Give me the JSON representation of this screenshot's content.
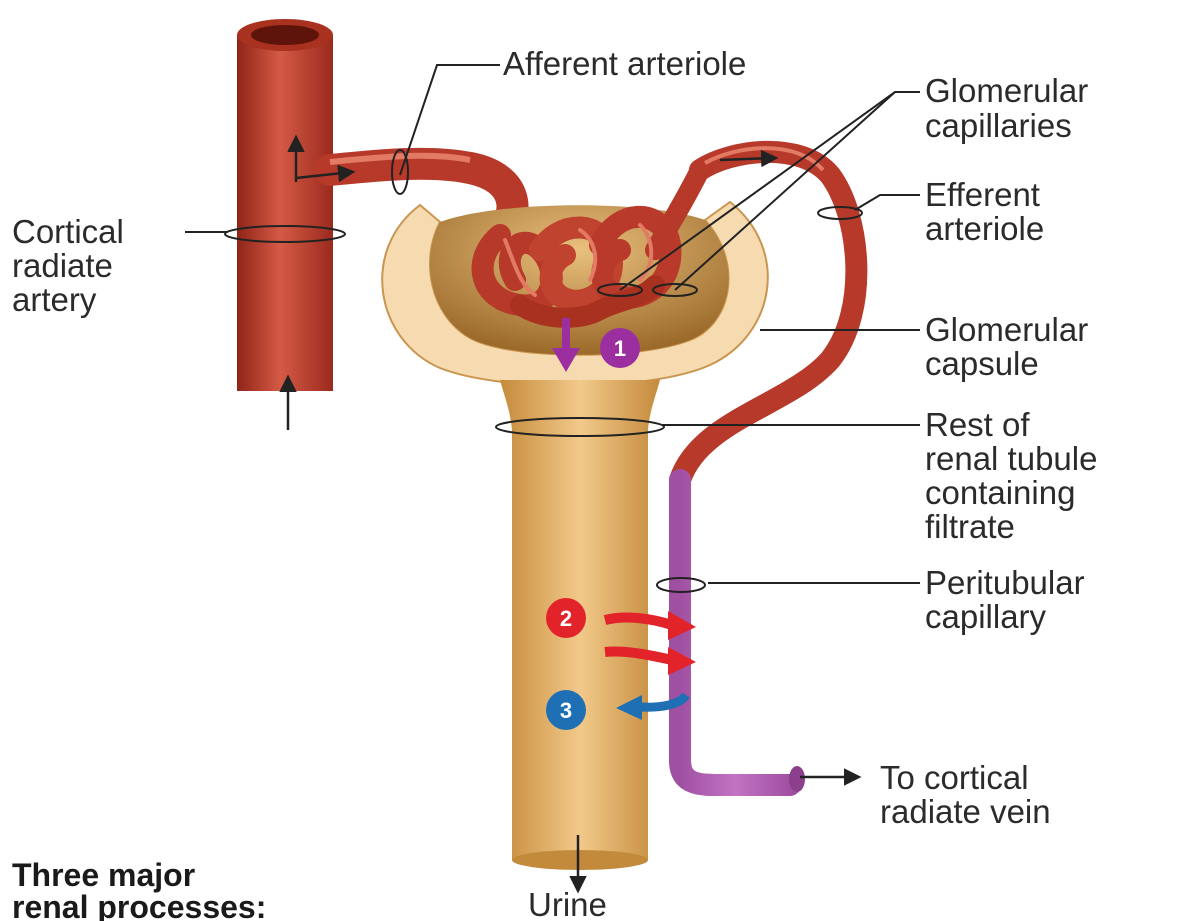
{
  "labels": {
    "afferent_arteriole": "Afferent arteriole",
    "glomerular_capillaries": [
      "Glomerular",
      "capillaries"
    ],
    "efferent_arteriole": [
      "Efferent",
      "arteriole"
    ],
    "cortical_radiate_artery": [
      "Cortical",
      "radiate",
      "artery"
    ],
    "glomerular_capsule": [
      "Glomerular",
      "capsule"
    ],
    "rest_of_renal_tubule": [
      "Rest of",
      "renal tubule",
      "containing",
      "filtrate"
    ],
    "peritubular_capillary": [
      "Peritubular",
      "capillary"
    ],
    "to_cortical_radiate_vein": [
      "To cortical",
      "radiate vein"
    ],
    "urine": "Urine",
    "three_major_processes": [
      "Three major",
      "renal processes:"
    ]
  },
  "process_markers": [
    "1",
    "2",
    "3"
  ],
  "colors": {
    "artery": "#c0392b",
    "artery_light": "#e0735f",
    "tubule": "#e8b46a",
    "tubule_dark": "#c98e3d",
    "capsule_inner": "#d9a55a",
    "vein": "#b35fb3",
    "marker_1": "#9b2fa0",
    "marker_2": "#e2232a",
    "marker_3": "#1f6fb5"
  }
}
